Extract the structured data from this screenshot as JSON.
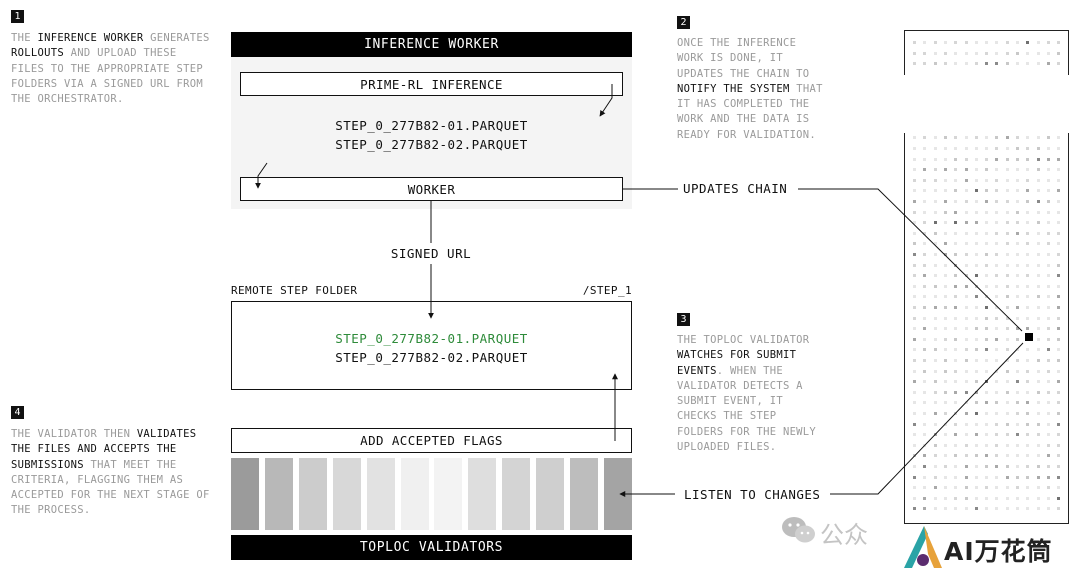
{
  "steps": [
    {
      "num": "1",
      "lines": [
        [
          {
            "t": "THE ",
            "h": false
          },
          {
            "t": "INFERENCE WORKER",
            "h": true
          },
          {
            "t": " GENERATES",
            "h": false
          }
        ],
        [
          {
            "t": "ROLLOUTS",
            "h": true
          },
          {
            "t": " AND UPLOAD THESE",
            "h": false
          }
        ],
        [
          {
            "t": "FILES TO THE APPROPRIATE STEP",
            "h": false
          }
        ],
        [
          {
            "t": "FOLDERS VIA A SIGNED URL FROM",
            "h": false
          }
        ],
        [
          {
            "t": "THE ORCHESTRATOR.",
            "h": false
          }
        ]
      ]
    },
    {
      "num": "2",
      "lines": [
        [
          {
            "t": "ONCE THE INFERENCE",
            "h": false
          }
        ],
        [
          {
            "t": "WORK IS DONE, IT",
            "h": false
          }
        ],
        [
          {
            "t": "UPDATES THE CHAIN TO",
            "h": false
          }
        ],
        [
          {
            "t": "NOTIFY THE SYSTEM",
            "h": true
          },
          {
            "t": " THAT",
            "h": false
          }
        ],
        [
          {
            "t": "IT HAS COMPLETED THE",
            "h": false
          }
        ],
        [
          {
            "t": "WORK AND THE DATA IS",
            "h": false
          }
        ],
        [
          {
            "t": "READY FOR VALIDATION.",
            "h": false
          }
        ]
      ]
    },
    {
      "num": "3",
      "lines": [
        [
          {
            "t": "THE TOPLOC VALIDATOR",
            "h": false
          }
        ],
        [
          {
            "t": "WATCHES FOR SUBMIT",
            "h": true
          }
        ],
        [
          {
            "t": "EVENTS",
            "h": true
          },
          {
            "t": ". WHEN THE",
            "h": false
          }
        ],
        [
          {
            "t": "VALIDATOR DETECTS A",
            "h": false
          }
        ],
        [
          {
            "t": "SUBMIT EVENT, IT",
            "h": false
          }
        ],
        [
          {
            "t": "CHECKS THE STEP",
            "h": false
          }
        ],
        [
          {
            "t": "FOLDERS FOR THE NEWLY",
            "h": false
          }
        ],
        [
          {
            "t": "UPLOADED FILES.",
            "h": false
          }
        ]
      ]
    },
    {
      "num": "4",
      "lines": [
        [
          {
            "t": "THE VALIDATOR THEN ",
            "h": false
          },
          {
            "t": "VALIDATES",
            "h": true
          }
        ],
        [
          {
            "t": "THE FILES AND ACCEPTS THE",
            "h": true
          }
        ],
        [
          {
            "t": "SUBMISSIONS",
            "h": true
          },
          {
            "t": " THAT MEET THE",
            "h": false
          }
        ],
        [
          {
            "t": "CRITERIA, FLAGGING THEM AS",
            "h": false
          }
        ],
        [
          {
            "t": "ACCEPTED FOR THE NEXT STAGE OF",
            "h": false
          }
        ],
        [
          {
            "t": "THE PROCESS.",
            "h": false
          }
        ]
      ]
    }
  ],
  "diagram": {
    "inference_worker_title": "INFERENCE WORKER",
    "prime_rl_label": "PRIME-RL INFERENCE",
    "worker_files": [
      "STEP_0_277B82-01.PARQUET",
      "STEP_0_277B82-02.PARQUET"
    ],
    "worker_label": "WORKER",
    "signed_url_label": "SIGNED URL",
    "remote_folder_label": "REMOTE STEP FOLDER",
    "step_path_label": "/STEP_1",
    "remote_files": [
      "STEP_0_277B82-01.PARQUET",
      "STEP_0_277B82-02.PARQUET"
    ],
    "accepted_file_color": "#2e8b3a",
    "add_flags_label": "ADD ACCEPTED FLAGS",
    "validators_title": "TOPLOC VALIDATORS",
    "updates_chain_label": "UPDATES CHAIN",
    "listen_label": "LISTEN TO CHANGES",
    "validator_slot_colors": [
      "#9b9b9b",
      "#b8b8b8",
      "#cccccc",
      "#d8d8d8",
      "#e2e2e2",
      "#f0f0f0",
      "#f3f3f3",
      "#dedede",
      "#d4d4d4",
      "#cfcfcf",
      "#bdbdbd",
      "#a4a4a4"
    ]
  },
  "watermark": {
    "left_text": "公众",
    "logo_text": "AI万花筒"
  }
}
